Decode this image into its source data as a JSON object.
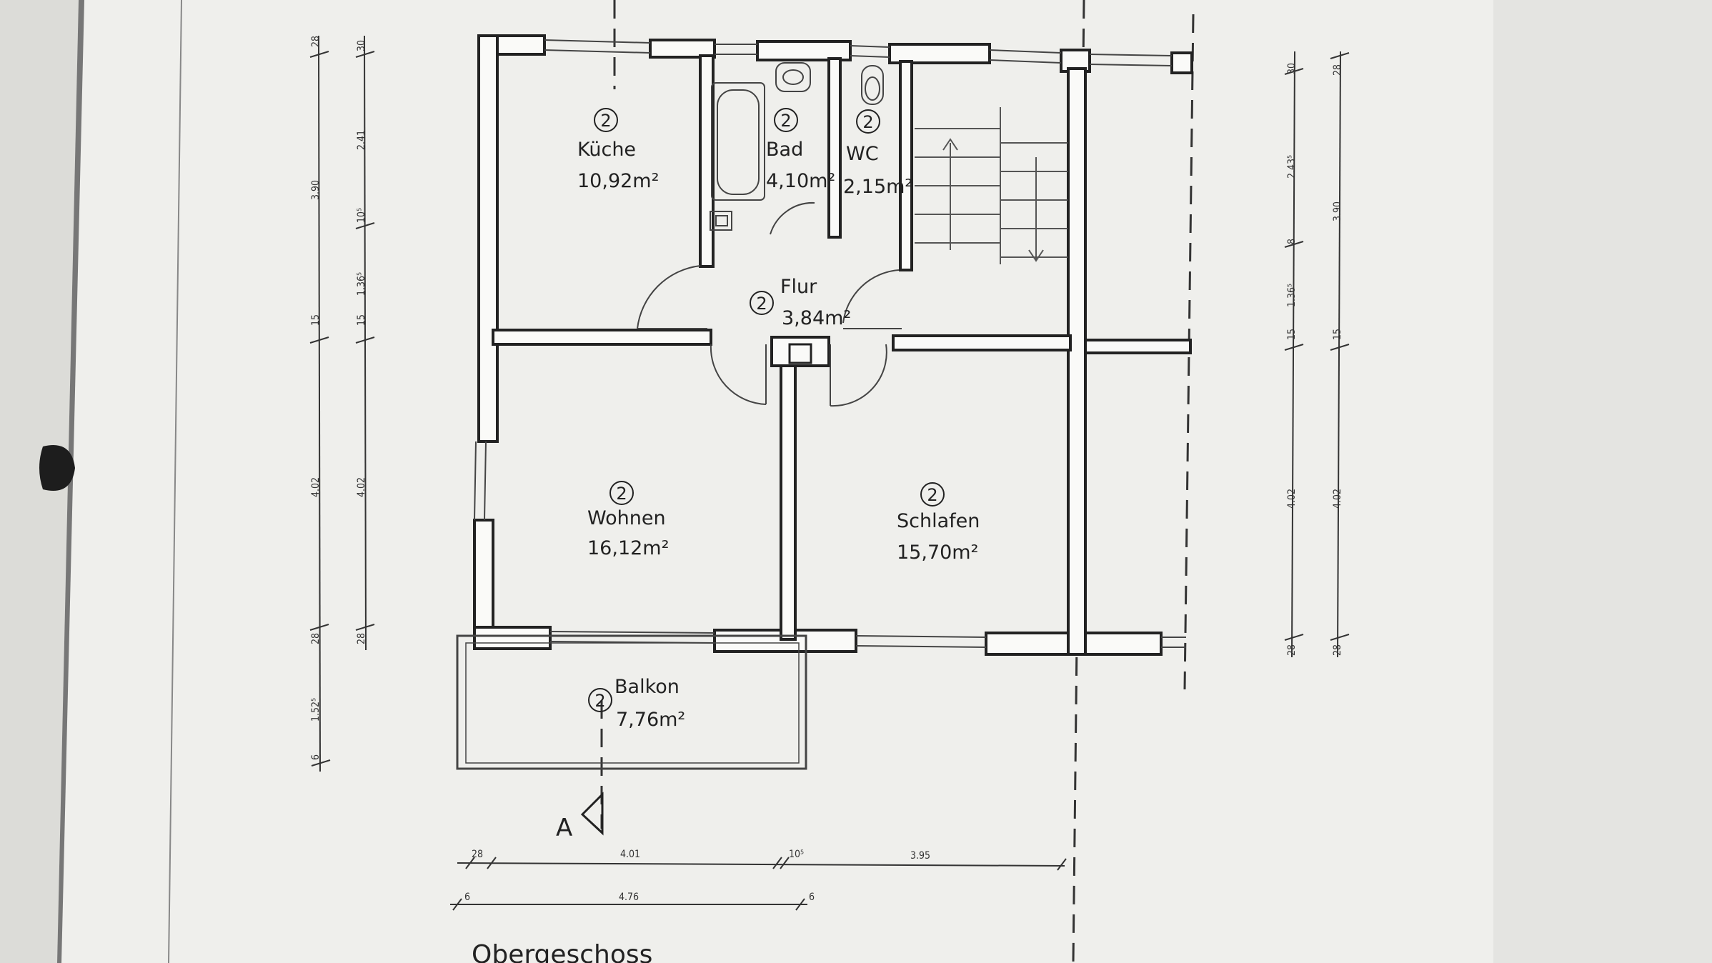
{
  "drawing": {
    "title": "Obergeschoss",
    "section_marker": "A",
    "room_number": "2"
  },
  "rooms": [
    {
      "id": "kueche",
      "name": "Küche",
      "area": "10,92m²"
    },
    {
      "id": "bad",
      "name": "Bad",
      "area": "4,10m²"
    },
    {
      "id": "wc",
      "name": "WC",
      "area": "2,15m²"
    },
    {
      "id": "flur",
      "name": "Flur",
      "area": "3,84m²"
    },
    {
      "id": "wohnen",
      "name": "Wohnen",
      "area": "16,12m²"
    },
    {
      "id": "schlafen",
      "name": "Schlafen",
      "area": "15,70m²"
    },
    {
      "id": "balkon",
      "name": "Balkon",
      "area": "7,76m²"
    }
  ],
  "dimensions": {
    "left_outer": [
      "28",
      "3.90",
      "15",
      "4.02",
      "28",
      "1.52⁵",
      "6"
    ],
    "left_inner": [
      "30",
      "2.41",
      "10⁵",
      "1.36⁵",
      "15",
      "4.02",
      "28"
    ],
    "right_inner": [
      "30",
      "2.43⁵",
      "8",
      "1.36⁵",
      "15",
      "4.02",
      "28"
    ],
    "right_outer": [
      "28",
      "3.90",
      "15",
      "4.02",
      "28"
    ],
    "bottom_row1": [
      "28",
      "4.01",
      "10⁵",
      "3.95"
    ],
    "bottom_row2": [
      "6",
      "4.76",
      "6"
    ]
  }
}
